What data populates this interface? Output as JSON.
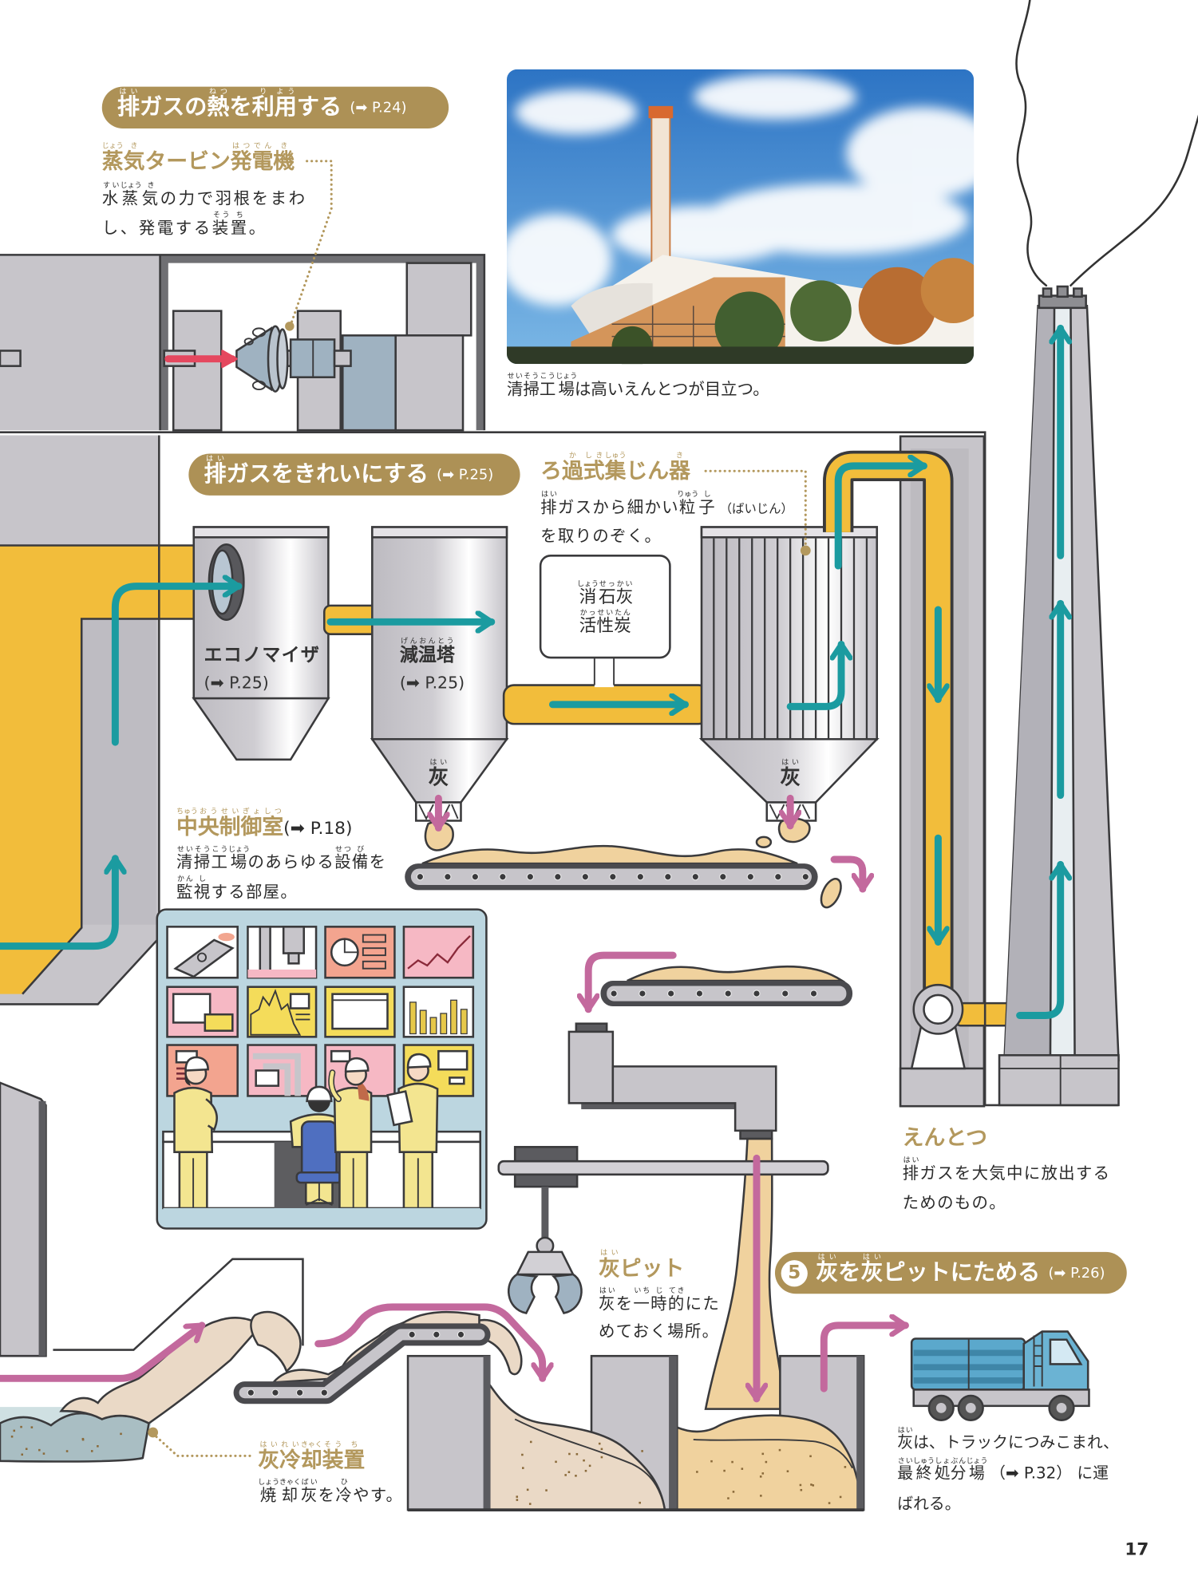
{
  "page": {
    "number": "17"
  },
  "colors": {
    "badge": "#ad9156",
    "gold_label": "#b3985d",
    "gas_flow_teal": "#1b9ba0",
    "duct_yellow": "#f2bd3b",
    "equipment_gray": "#c7c5ca",
    "outline": "#3a3a3c",
    "ash_flow_pink": "#c3699d",
    "steam_red": "#e5485f",
    "ash_sand": "#f0d29e"
  },
  "heat_section": {
    "badge": {
      "title": [
        {
          "t": "排",
          "r": "はい"
        },
        {
          "t": "ガスの"
        },
        {
          "t": "熱",
          "r": "ねつ"
        },
        {
          "t": "を"
        },
        {
          "t": "利",
          "r": "り"
        },
        {
          "t": "用",
          "r": "よう"
        },
        {
          "t": "する"
        }
      ],
      "ref": "(➡ P.24)"
    },
    "turbine": {
      "title": [
        {
          "t": "蒸",
          "r": "じょう"
        },
        {
          "t": "気",
          "r": "き"
        },
        {
          "t": "タービン"
        },
        {
          "t": "発",
          "r": "はつ"
        },
        {
          "t": "電",
          "r": "でん"
        },
        {
          "t": "機",
          "r": "き"
        }
      ],
      "desc": [
        [
          {
            "t": "水",
            "r": "すい"
          },
          {
            "t": "蒸",
            "r": "じょう"
          },
          {
            "t": "気",
            "r": "き"
          },
          {
            "t": "の力で羽根をまわ"
          }
        ],
        [
          {
            "t": "し、発電する"
          },
          {
            "t": "装",
            "r": "そう"
          },
          {
            "t": "置",
            "r": "ち"
          },
          {
            "t": "。"
          }
        ]
      ]
    }
  },
  "photo": {
    "caption": [
      {
        "t": "清",
        "r": "せい"
      },
      {
        "t": "掃",
        "r": "そう"
      },
      {
        "t": "工",
        "r": "こう"
      },
      {
        "t": "場",
        "r": "じょう"
      },
      {
        "t": "は高いえんとつが目立つ。"
      }
    ]
  },
  "clean_section": {
    "badge": {
      "title": [
        {
          "t": "排",
          "r": "はい"
        },
        {
          "t": "ガスをきれいにする"
        }
      ],
      "ref": "(➡ P.25)"
    },
    "filter": {
      "title": [
        {
          "t": "ろ"
        },
        {
          "t": "過",
          "r": "か"
        },
        {
          "t": "式",
          "r": "しき"
        },
        {
          "t": "集",
          "r": "しゅう"
        },
        {
          "t": "じん"
        },
        {
          "t": "器",
          "r": "き"
        }
      ],
      "desc": [
        [
          {
            "t": "排",
            "r": "はい"
          },
          {
            "t": "ガスから細かい"
          },
          {
            "t": "粒",
            "r": "りゅう"
          },
          {
            "t": "子",
            "r": "し"
          },
          {
            "t": " （ばいじん）",
            "small": true
          }
        ],
        [
          {
            "t": "を取りのぞく。"
          }
        ]
      ]
    },
    "economizer": {
      "name": "エコノマイザ",
      "ref": "(➡ P.25)"
    },
    "cooling_tower": {
      "name": [
        {
          "t": "減",
          "r": "げん"
        },
        {
          "t": "温",
          "r": "おん"
        },
        {
          "t": "塔",
          "r": "とう"
        }
      ],
      "ref": "(➡ P.25)"
    },
    "chemicals": [
      [
        {
          "t": "消",
          "r": "しょう"
        },
        {
          "t": "石",
          "r": "せっ"
        },
        {
          "t": "灰",
          "r": "かい"
        }
      ],
      [
        {
          "t": "活",
          "r": "かっ"
        },
        {
          "t": "性",
          "r": "せい"
        },
        {
          "t": "炭",
          "r": "たん"
        }
      ]
    ],
    "ash_labels": [
      [
        {
          "t": "灰",
          "r": "はい"
        }
      ],
      [
        {
          "t": "灰",
          "r": "はい"
        }
      ]
    ]
  },
  "control_room": {
    "title": [
      {
        "t": "中",
        "r": "ちゅう"
      },
      {
        "t": "央",
        "r": "おう"
      },
      {
        "t": "制",
        "r": "せい"
      },
      {
        "t": "御",
        "r": "ぎょ"
      },
      {
        "t": "室",
        "r": "しつ"
      }
    ],
    "ref": "(➡ P.18)",
    "desc": [
      [
        {
          "t": "清",
          "r": "せい"
        },
        {
          "t": "掃",
          "r": "そう"
        },
        {
          "t": "工",
          "r": "こう"
        },
        {
          "t": "場",
          "r": "じょう"
        },
        {
          "t": "のあらゆる"
        },
        {
          "t": "設",
          "r": "せつ"
        },
        {
          "t": "備",
          "r": "び"
        },
        {
          "t": "を"
        }
      ],
      [
        {
          "t": "監",
          "r": "かん"
        },
        {
          "t": "視",
          "r": "し"
        },
        {
          "t": "する部屋。"
        }
      ]
    ]
  },
  "chimney": {
    "title": "えんとつ",
    "desc": [
      [
        {
          "t": "排",
          "r": "はい"
        },
        {
          "t": "ガスを大気中に放出する"
        }
      ],
      [
        {
          "t": "ためのもの。"
        }
      ]
    ]
  },
  "ash_pit_section": {
    "badge": {
      "number": "5",
      "title": [
        {
          "t": "灰",
          "r": "はい"
        },
        {
          "t": "を"
        },
        {
          "t": "灰",
          "r": "はい"
        },
        {
          "t": "ピットにためる"
        }
      ],
      "ref": "(➡ P.26)"
    },
    "ash_pit": {
      "title": [
        {
          "t": "灰",
          "r": "はい"
        },
        {
          "t": "ピット"
        }
      ],
      "desc": [
        [
          {
            "t": "灰",
            "r": "はい"
          },
          {
            "t": "を"
          },
          {
            "t": "一",
            "r": "いち"
          },
          {
            "t": "時",
            "r": "じ"
          },
          {
            "t": "的",
            "r": "てき"
          },
          {
            "t": "にた"
          }
        ],
        [
          {
            "t": "めておく場所。"
          }
        ]
      ]
    },
    "ash_cooler": {
      "title": [
        {
          "t": "灰",
          "r": "はい"
        },
        {
          "t": "冷",
          "r": "れい"
        },
        {
          "t": "却",
          "r": "きゃく"
        },
        {
          "t": "装",
          "r": "そう"
        },
        {
          "t": "置",
          "r": "ち"
        }
      ],
      "desc": [
        [
          {
            "t": "焼",
            "r": "しょう"
          },
          {
            "t": "却",
            "r": "きゃく"
          },
          {
            "t": "灰",
            "r": "ばい"
          },
          {
            "t": "を"
          },
          {
            "t": "冷",
            "r": "ひ"
          },
          {
            "t": "やす。"
          }
        ]
      ]
    },
    "truck": {
      "desc": [
        [
          {
            "t": "灰",
            "r": "はい"
          },
          {
            "t": "は、トラックにつみこまれ、"
          }
        ],
        [
          {
            "t": "最",
            "r": "さい"
          },
          {
            "t": "終",
            "r": "しゅう"
          },
          {
            "t": "処",
            "r": "しょ"
          },
          {
            "t": "分",
            "r": "ぶん"
          },
          {
            "t": "場",
            "r": "じょう"
          },
          {
            "t": " （➡ P.32） に運"
          }
        ],
        [
          {
            "t": "ばれる。"
          }
        ]
      ]
    }
  }
}
